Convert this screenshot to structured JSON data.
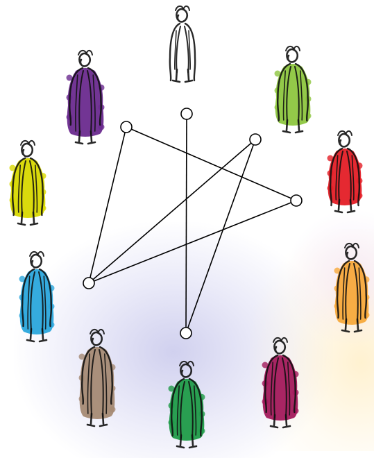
{
  "figures": [
    {
      "id": "figure-black",
      "color": "#ffffff",
      "outline_only": true
    },
    {
      "id": "figure-lime",
      "color": "#8dc63f"
    },
    {
      "id": "figure-red",
      "color": "#e41e26"
    },
    {
      "id": "figure-orange",
      "color": "#f7a93b"
    },
    {
      "id": "figure-magenta",
      "color": "#a3195b"
    },
    {
      "id": "figure-green",
      "color": "#1f9b48"
    },
    {
      "id": "figure-tan",
      "color": "#a58a74"
    },
    {
      "id": "figure-blue",
      "color": "#2aa6dc"
    },
    {
      "id": "figure-yellow",
      "color": "#d8d800"
    },
    {
      "id": "figure-purple",
      "color": "#6a2a8e"
    }
  ],
  "graph": {
    "nodes": [
      "top",
      "upper-left",
      "upper-right",
      "right",
      "left",
      "bottom"
    ],
    "edges": [
      [
        "upper-left",
        "right"
      ],
      [
        "upper-left",
        "left"
      ],
      [
        "left",
        "upper-right"
      ],
      [
        "left",
        "right"
      ],
      [
        "upper-right",
        "bottom"
      ],
      [
        "top",
        "bottom"
      ]
    ]
  },
  "colors": {
    "line": "#000000",
    "node_fill": "#ffffff",
    "ink": "#111111"
  }
}
